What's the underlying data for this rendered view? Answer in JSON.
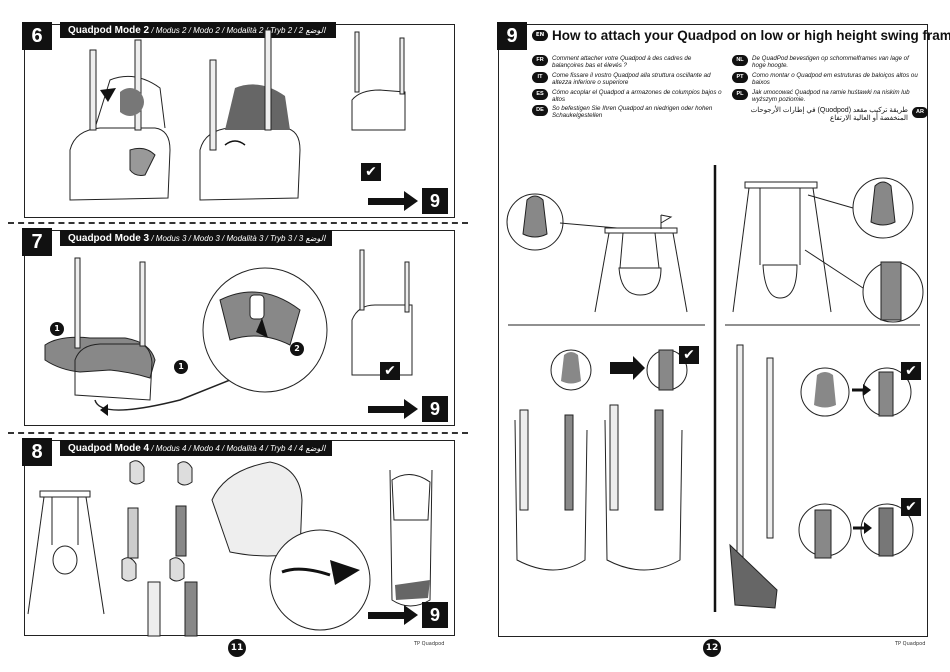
{
  "left_page": {
    "step6": {
      "number": "6",
      "title_bold": "Quadpod Mode 2",
      "title_rest": " / Modus 2 / Modo 2 / Modalità 2 / Tryb 2 / 2 الوضع",
      "goto": "9"
    },
    "step7": {
      "number": "7",
      "title_bold": "Quadpod Mode 3",
      "title_rest": " / Modus 3 / Modo 3 / Modalità 3 / Tryb 3 / 3 الوضع",
      "goto": "9",
      "callouts": [
        "1",
        "1",
        "2"
      ]
    },
    "step8": {
      "number": "8",
      "title_bold": "Quadpod Mode 4",
      "title_rest": " / Modus 4 / Modo 4 / Modalità 4 / Tryb 4 / 4 الوضع",
      "goto": "9"
    },
    "page_number": "11",
    "footer": "TP Quadpod"
  },
  "right_page": {
    "step9": {
      "number": "9",
      "title": "How to attach your Quadpod on low or high height swing frames",
      "title_lang": "EN"
    },
    "languages": [
      {
        "code": "FR",
        "text": "Comment attacher votre Quadpod à des cadres de balançoires bas et élevés ?"
      },
      {
        "code": "IT",
        "text": "Come fissare il vostro Quadpod alla struttura oscillante ad altezza inferiore o superiore"
      },
      {
        "code": "ES",
        "text": "Cómo acoplar el Quadpod a armazones de columpios bajos o altos"
      },
      {
        "code": "DE",
        "text": "So befestigen Sie Ihren Quadpod an niedrigen oder hohen Schaukelgestellen"
      },
      {
        "code": "NL",
        "text": "De QuadPod bevestigen op schommelframes van lage of hoge hoogte."
      },
      {
        "code": "PT",
        "text": "Como montar o Quadpod em estruturas de baloiços altos ou baixos"
      },
      {
        "code": "PL",
        "text": "Jak umocować Quadpod na ramie huśtawki na niskim lub wyższym poziomie."
      },
      {
        "code": "AR",
        "text": "طريقة تركيب مقعد (Quodpod) في إطارات الأرجوحات المنخفضة أو العالية الارتفاع"
      }
    ],
    "page_number": "12",
    "footer": "TP Quadpod"
  },
  "icons": {
    "check": "check-icon",
    "arrow": "right-arrow-icon"
  }
}
